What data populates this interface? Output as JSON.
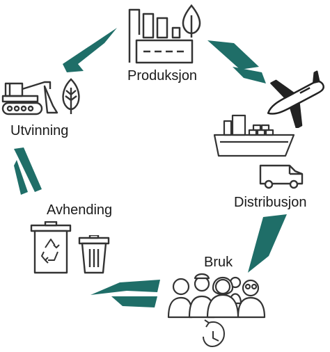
{
  "colors": {
    "arrow": "#1f6e68",
    "line": "#333333"
  },
  "stages": [
    {
      "id": "produksjon",
      "label": "Produksjon",
      "icons": [
        "factory-icon",
        "leaf-icon"
      ]
    },
    {
      "id": "distribusjon",
      "label": "Distribusjon",
      "icons": [
        "airplane-icon",
        "cargo-ship-icon",
        "delivery-van-icon"
      ]
    },
    {
      "id": "bruk",
      "label": "Bruk",
      "icons": [
        "people-group-icon",
        "reuse-clock-icon"
      ]
    },
    {
      "id": "avhending",
      "label": "Avhending",
      "icons": [
        "recycling-bin-icon",
        "trash-can-icon"
      ]
    },
    {
      "id": "utvinning",
      "label": "Utvinning",
      "icons": [
        "excavator-icon",
        "leaf-icon"
      ]
    }
  ]
}
